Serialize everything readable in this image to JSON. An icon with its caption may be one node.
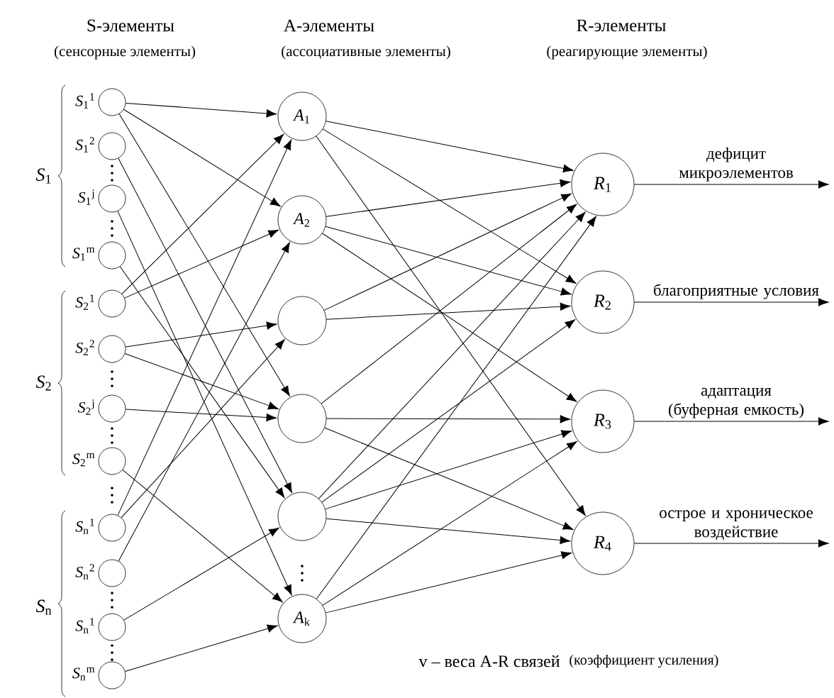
{
  "diagram": {
    "nodes": [
      {
        "text": [],
        "shape": "circle",
        "beside": [
          "*S*$_{1}$$^{1}$"
        ]
      },
      {
        "text": [],
        "shape": "circle",
        "beside": [
          "*S*$_{1}$$^{2}$"
        ]
      },
      {
        "text": [],
        "shape": "circle",
        "beside": [
          "*S*$_{1}$$^{j}$"
        ]
      },
      {
        "text": [],
        "shape": "circle",
        "beside": [
          "*S*$_{1}$$^{m}$"
        ]
      },
      {
        "text": [],
        "shape": "circle",
        "beside": [
          "*S*$_{2}$$^{1}$"
        ]
      },
      {
        "text": [],
        "shape": "circle",
        "beside": [
          "*S*$_{2}$$^{2}$"
        ]
      },
      {
        "text": [],
        "shape": "circle",
        "beside": [
          "*S*$_{2}$$^{j}$"
        ]
      },
      {
        "text": [],
        "shape": "circle",
        "beside": [
          "*S*$_{2}$$^{m}$"
        ]
      },
      {
        "text": [],
        "shape": "circle",
        "beside": [
          "*S*$_{n}$$^{1}$"
        ]
      },
      {
        "text": [],
        "shape": "circle",
        "beside": [
          "*S*$_{n}$$^{2}$"
        ]
      },
      {
        "text": [],
        "shape": "circle",
        "beside": [
          "*S*$_{n}$$^{1}$"
        ]
      },
      {
        "text": [],
        "shape": "circle",
        "beside": [
          "*S*$_{n}$$^{m}$"
        ]
      },
      {
        "text": [
          "*A*$_{1}$"
        ]
      },
      {
        "text": [
          "*A*$_{2}$"
        ]
      },
      {
        "text": [],
        "shape": "circle"
      },
      {
        "text": [],
        "shape": "circle"
      },
      {
        "text": [],
        "shape": "circle"
      },
      {
        "text": [
          "*A*$_{k}$"
        ]
      },
      {
        "text": [
          "*R*$_{1}$"
        ]
      },
      {
        "text": [
          "*R*$_{2}$"
        ]
      },
      {
        "text": [
          "*R*$_{3}$"
        ]
      },
      {
        "text": [
          "*R*$_{4}$"
        ]
      }
    ],
    "edges": [
      {
        "from": 0,
        "to": 12,
        "arrow": "to"
      },
      {
        "from": 0,
        "to": 13,
        "arrow": "to"
      },
      {
        "from": 0,
        "to": 15,
        "arrow": "to"
      },
      {
        "from": 1,
        "to": 16,
        "arrow": "to"
      },
      {
        "from": 2,
        "to": 17,
        "arrow": "to"
      },
      {
        "from": 3,
        "to": 16,
        "arrow": "to"
      },
      {
        "from": 4,
        "to": 12,
        "arrow": "to"
      },
      {
        "from": 4,
        "to": 13,
        "arrow": "to"
      },
      {
        "from": 5,
        "to": 14,
        "arrow": "to"
      },
      {
        "from": 5,
        "to": 15,
        "arrow": "to"
      },
      {
        "from": 6,
        "to": 15,
        "arrow": "to"
      },
      {
        "from": 7,
        "to": 17,
        "arrow": "to"
      },
      {
        "from": 8,
        "to": 12,
        "arrow": "to"
      },
      {
        "from": 8,
        "to": 14,
        "arrow": "to"
      },
      {
        "from": 9,
        "to": 13,
        "arrow": "to"
      },
      {
        "from": 10,
        "to": 16,
        "arrow": "to"
      },
      {
        "from": 11,
        "to": 17,
        "arrow": "to"
      },
      {
        "from": 12,
        "to": 18,
        "arrow": "to"
      },
      {
        "from": 12,
        "to": 19,
        "arrow": "to"
      },
      {
        "from": 12,
        "to": 21,
        "arrow": "to"
      },
      {
        "from": 13,
        "to": 18,
        "arrow": "to"
      },
      {
        "from": 13,
        "to": 19,
        "arrow": "to"
      },
      {
        "from": 13,
        "to": 20,
        "arrow": "to"
      },
      {
        "from": 14,
        "to": 18,
        "arrow": "to"
      },
      {
        "from": 14,
        "to": 19,
        "arrow": "to"
      },
      {
        "from": 15,
        "to": 18,
        "arrow": "to"
      },
      {
        "from": 15,
        "to": 20,
        "arrow": "to"
      },
      {
        "from": 15,
        "to": 21,
        "arrow": "to"
      },
      {
        "from": 16,
        "to": 18,
        "arrow": "to"
      },
      {
        "from": 16,
        "to": 19,
        "arrow": "to"
      },
      {
        "from": 16,
        "to": 20,
        "arrow": "to"
      },
      {
        "from": 16,
        "to": 21,
        "arrow": "to"
      },
      {
        "from": 17,
        "to": 18,
        "arrow": "to"
      },
      {
        "from": 17,
        "to": 20,
        "arrow": "to"
      },
      {
        "from": 17,
        "to": 21,
        "arrow": "to"
      },
      {
        "from": 18,
        "to": null,
        "arrow": "to",
        "label": "дефицит микроэлементов"
      },
      {
        "from": 19,
        "to": null,
        "arrow": "to",
        "label": "благоприятные условия"
      },
      {
        "from": 20,
        "to": null,
        "arrow": "to",
        "label": "адаптация (буферная емкость)"
      },
      {
        "from": 21,
        "to": null,
        "arrow": "to",
        "label": "острое и хроническое воздействие"
      }
    ],
    "labels": [
      "S-элементы",
      "A-элементы",
      "R-элементы",
      "(сенсорные элементы)",
      "(ассоциативные элементы)",
      "(реагирующие элементы)",
      "*S*$_{1}$",
      "*S*$_{2}$",
      "*S*$_{n}$",
      "v – веса A-R связей",
      "(коэффициент усиления)"
    ]
  }
}
